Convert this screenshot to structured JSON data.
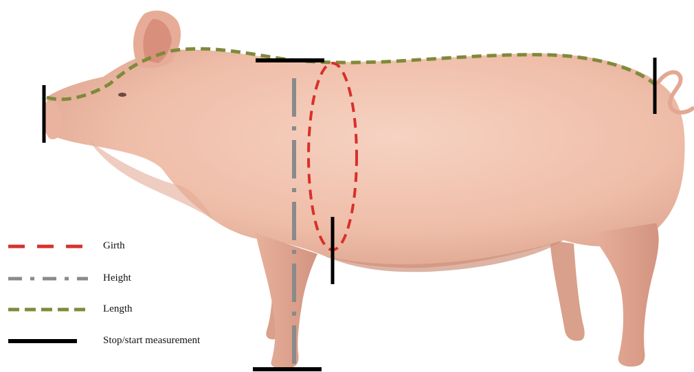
{
  "figure": {
    "subject": "pig side view",
    "legend": [
      {
        "label": "Girth",
        "color": "#d9302a",
        "style": "dashed"
      },
      {
        "label": "Height",
        "color": "#8a8a8a",
        "style": "dash-dot"
      },
      {
        "label": "Length",
        "color": "#7f8a3a",
        "style": "dashed"
      },
      {
        "label": "Stop/start measurement",
        "color": "#000000",
        "style": "solid"
      }
    ]
  }
}
